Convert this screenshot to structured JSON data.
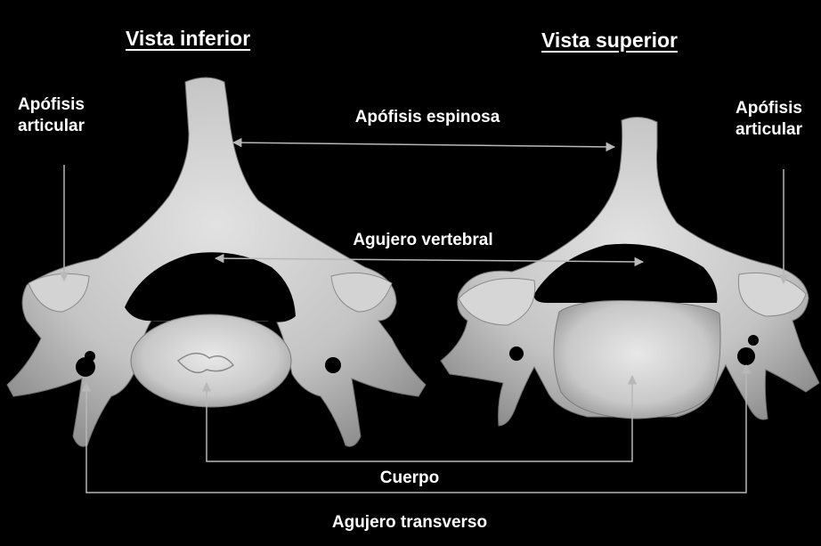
{
  "titles": {
    "inferior": "Vista inferior",
    "superior": "Vista superior"
  },
  "labels": {
    "apofisis_articular_left": [
      "Apófisis",
      "articular"
    ],
    "apofisis_articular_right": [
      "Apófisis",
      "articular"
    ],
    "apofisis_espinosa": "Apófisis espinosa",
    "agujero_vertebral": "Agujero vertebral",
    "cuerpo": "Cuerpo",
    "agujero_transverso": "Agujero transverso"
  },
  "colors": {
    "background": "#000000",
    "bone": "#c9c9c9",
    "bone_shadow": "#8f8f8f",
    "text": "#ffffff",
    "pointer": "#b8b8b8"
  }
}
